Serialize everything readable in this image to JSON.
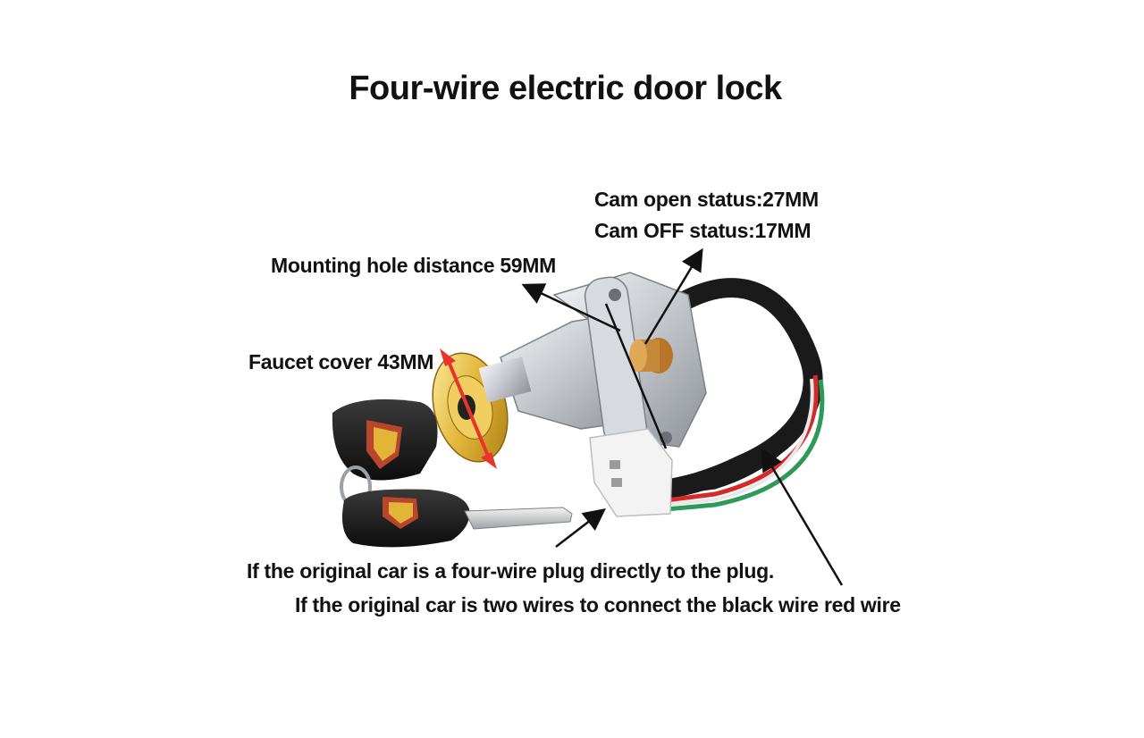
{
  "title": "Four-wire electric door lock",
  "annotations": {
    "cam_open": "Cam open status:27MM",
    "cam_off": "Cam OFF status:17MM",
    "mounting_hole": "Mounting hole distance 59MM",
    "faucet_cover": "Faucet cover 43MM",
    "note_four_wire": "If the original car is a four-wire plug directly to the plug.",
    "note_two_wire": "If the original car is two wires to connect the black wire red wire"
  },
  "colors": {
    "wire_black": "#1a1a1a",
    "wire_red": "#d42a2a",
    "wire_green": "#2e9a5a",
    "wire_white": "#e8e8e8",
    "metal": "#c9ccd0",
    "gold": "#e2b437",
    "arrow_red": "#e8342a"
  }
}
